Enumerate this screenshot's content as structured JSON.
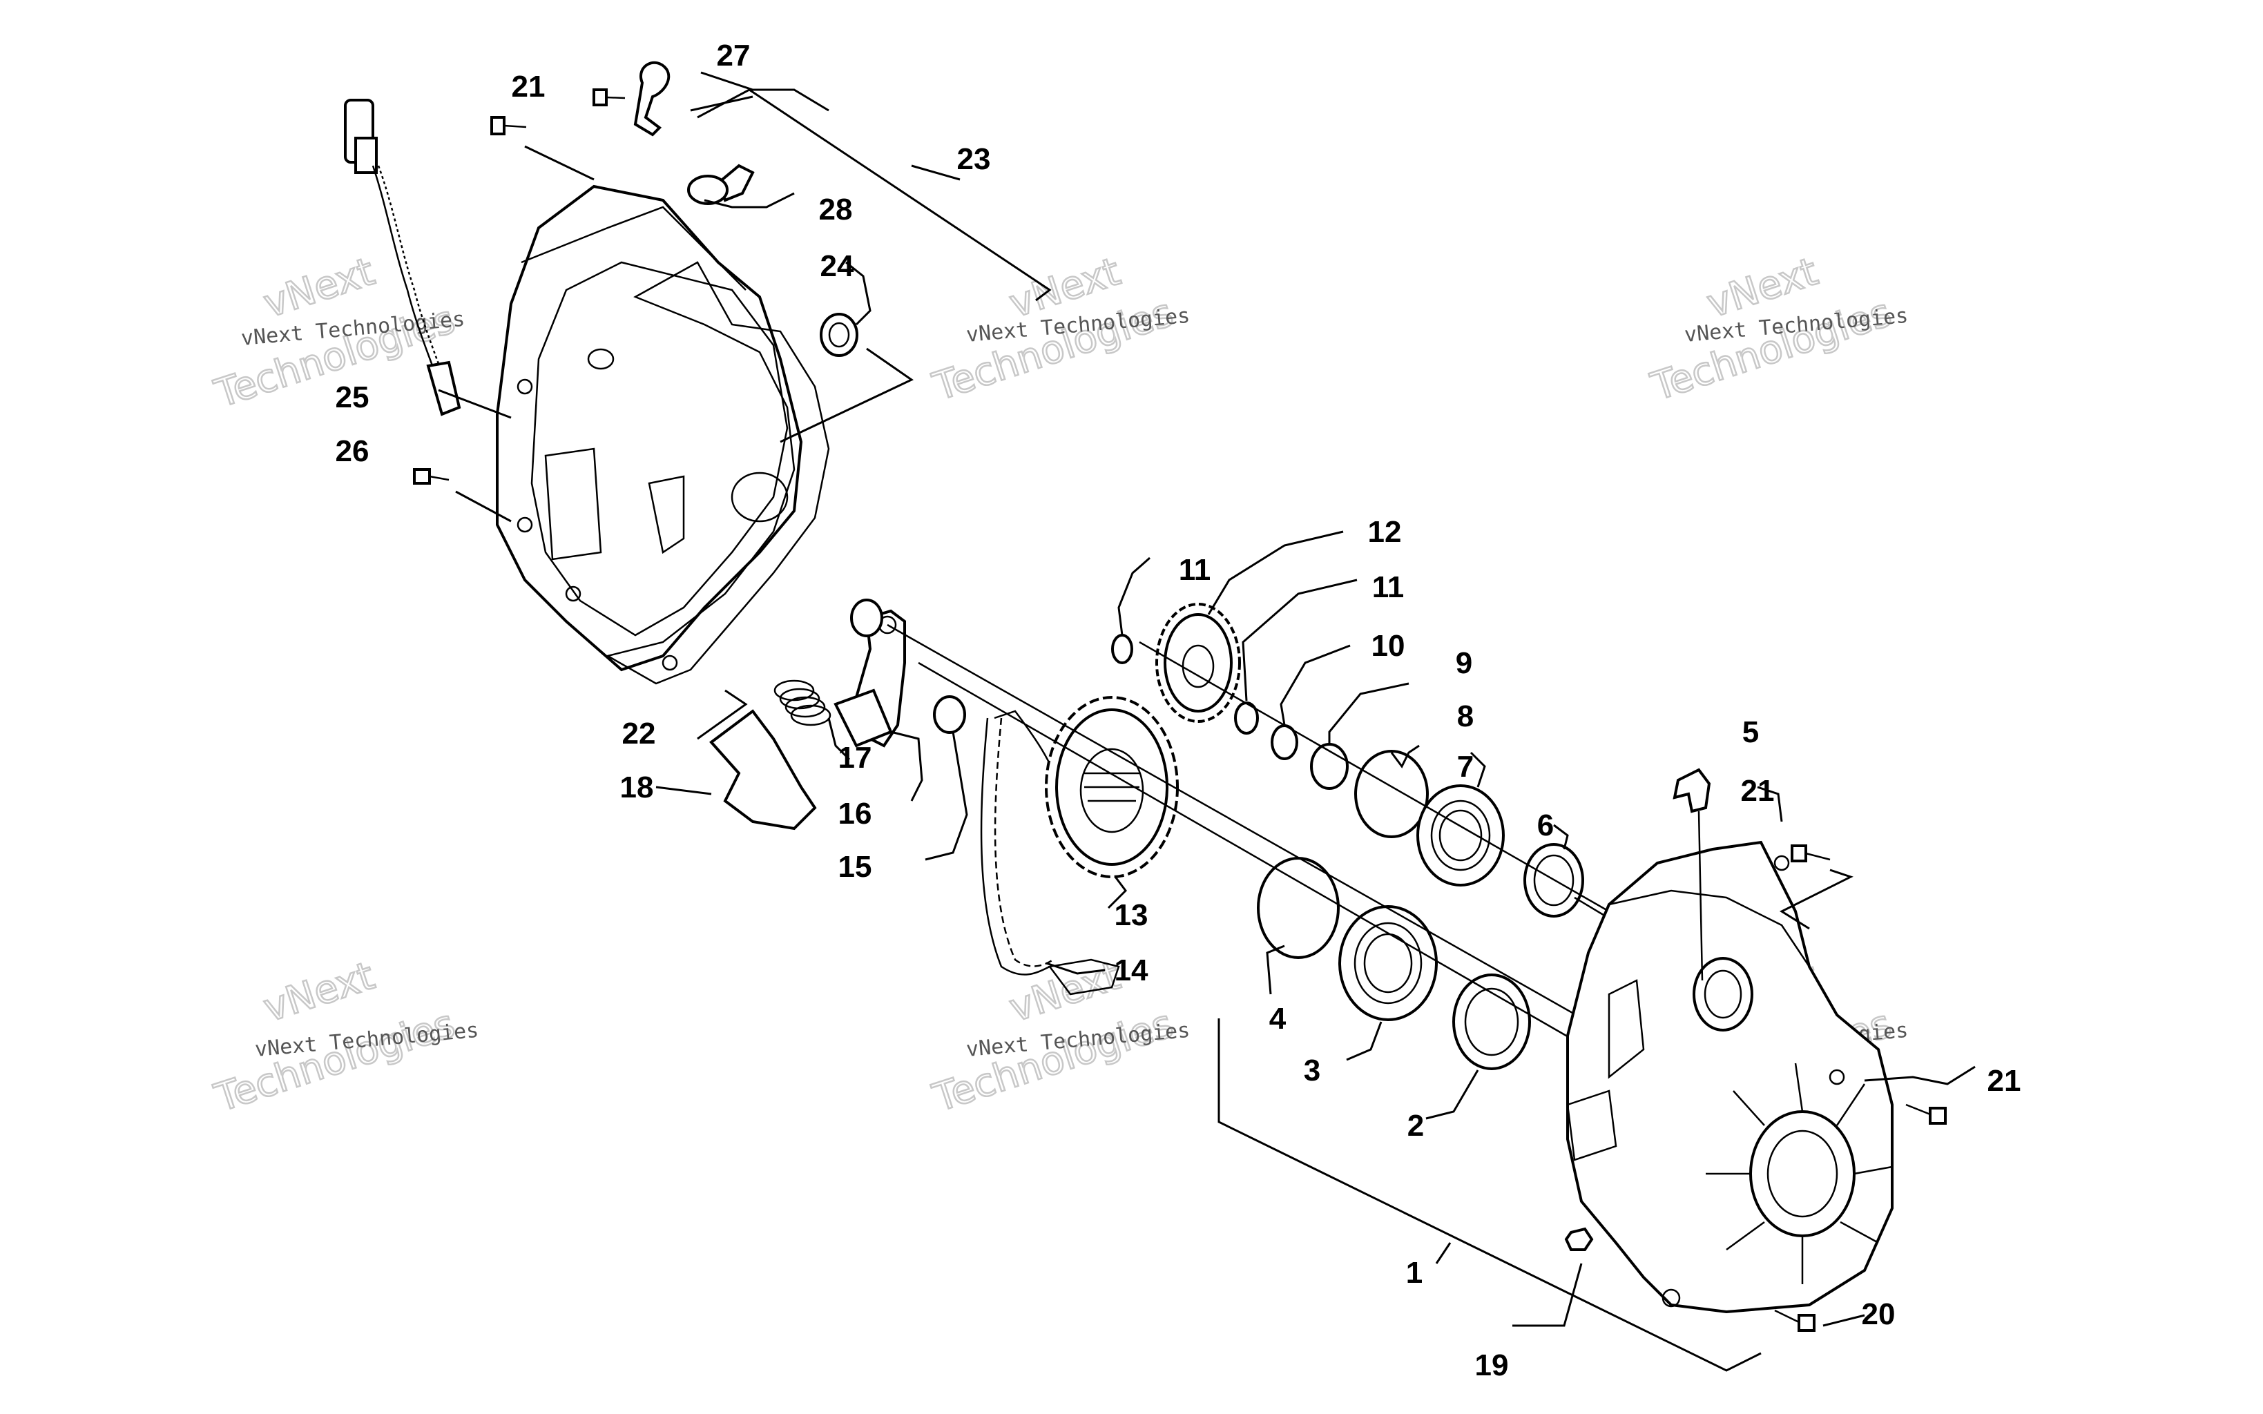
{
  "callouts": [
    "21",
    "27",
    "23",
    "28",
    "24",
    "25",
    "26",
    "22",
    "18",
    "17",
    "16",
    "15",
    "13",
    "14",
    "12",
    "11",
    "11",
    "10",
    "9",
    "8",
    "7",
    "6",
    "5",
    "21",
    "4",
    "3",
    "2",
    "21",
    "1",
    "20",
    "19"
  ],
  "watermark": {
    "small_text": "vNext Technologies",
    "big_text": "Technologies",
    "big_top_text": "vNext"
  },
  "colors": {
    "ink": "#000000",
    "watermark": "#c8c8c8",
    "background": "#ffffff"
  }
}
